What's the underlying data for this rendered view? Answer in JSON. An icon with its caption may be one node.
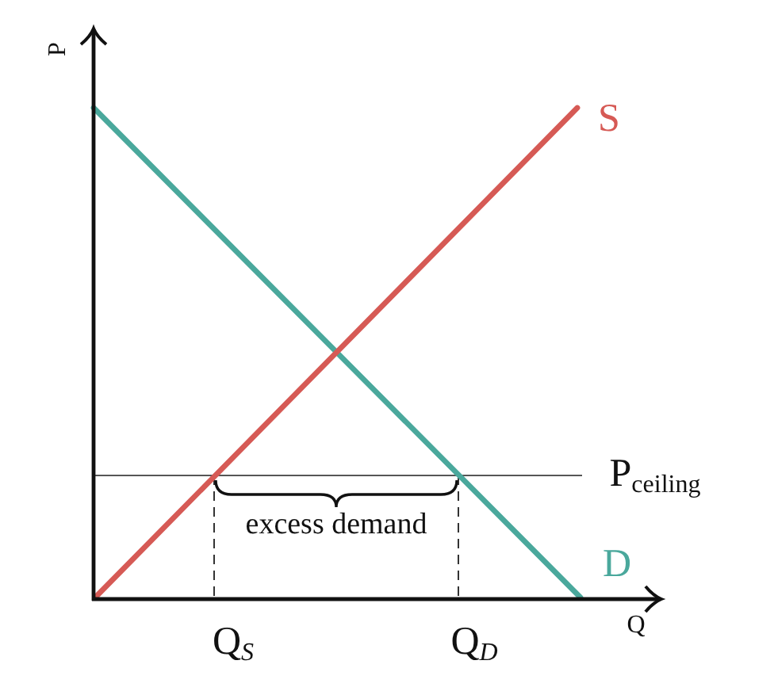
{
  "diagram": {
    "labels": [
      "P",
      "S",
      "P$_{ceiling}$",
      "excess demand",
      "D",
      "Q$_{S}$",
      "Q$_{D}$",
      "Q"
    ]
  }
}
